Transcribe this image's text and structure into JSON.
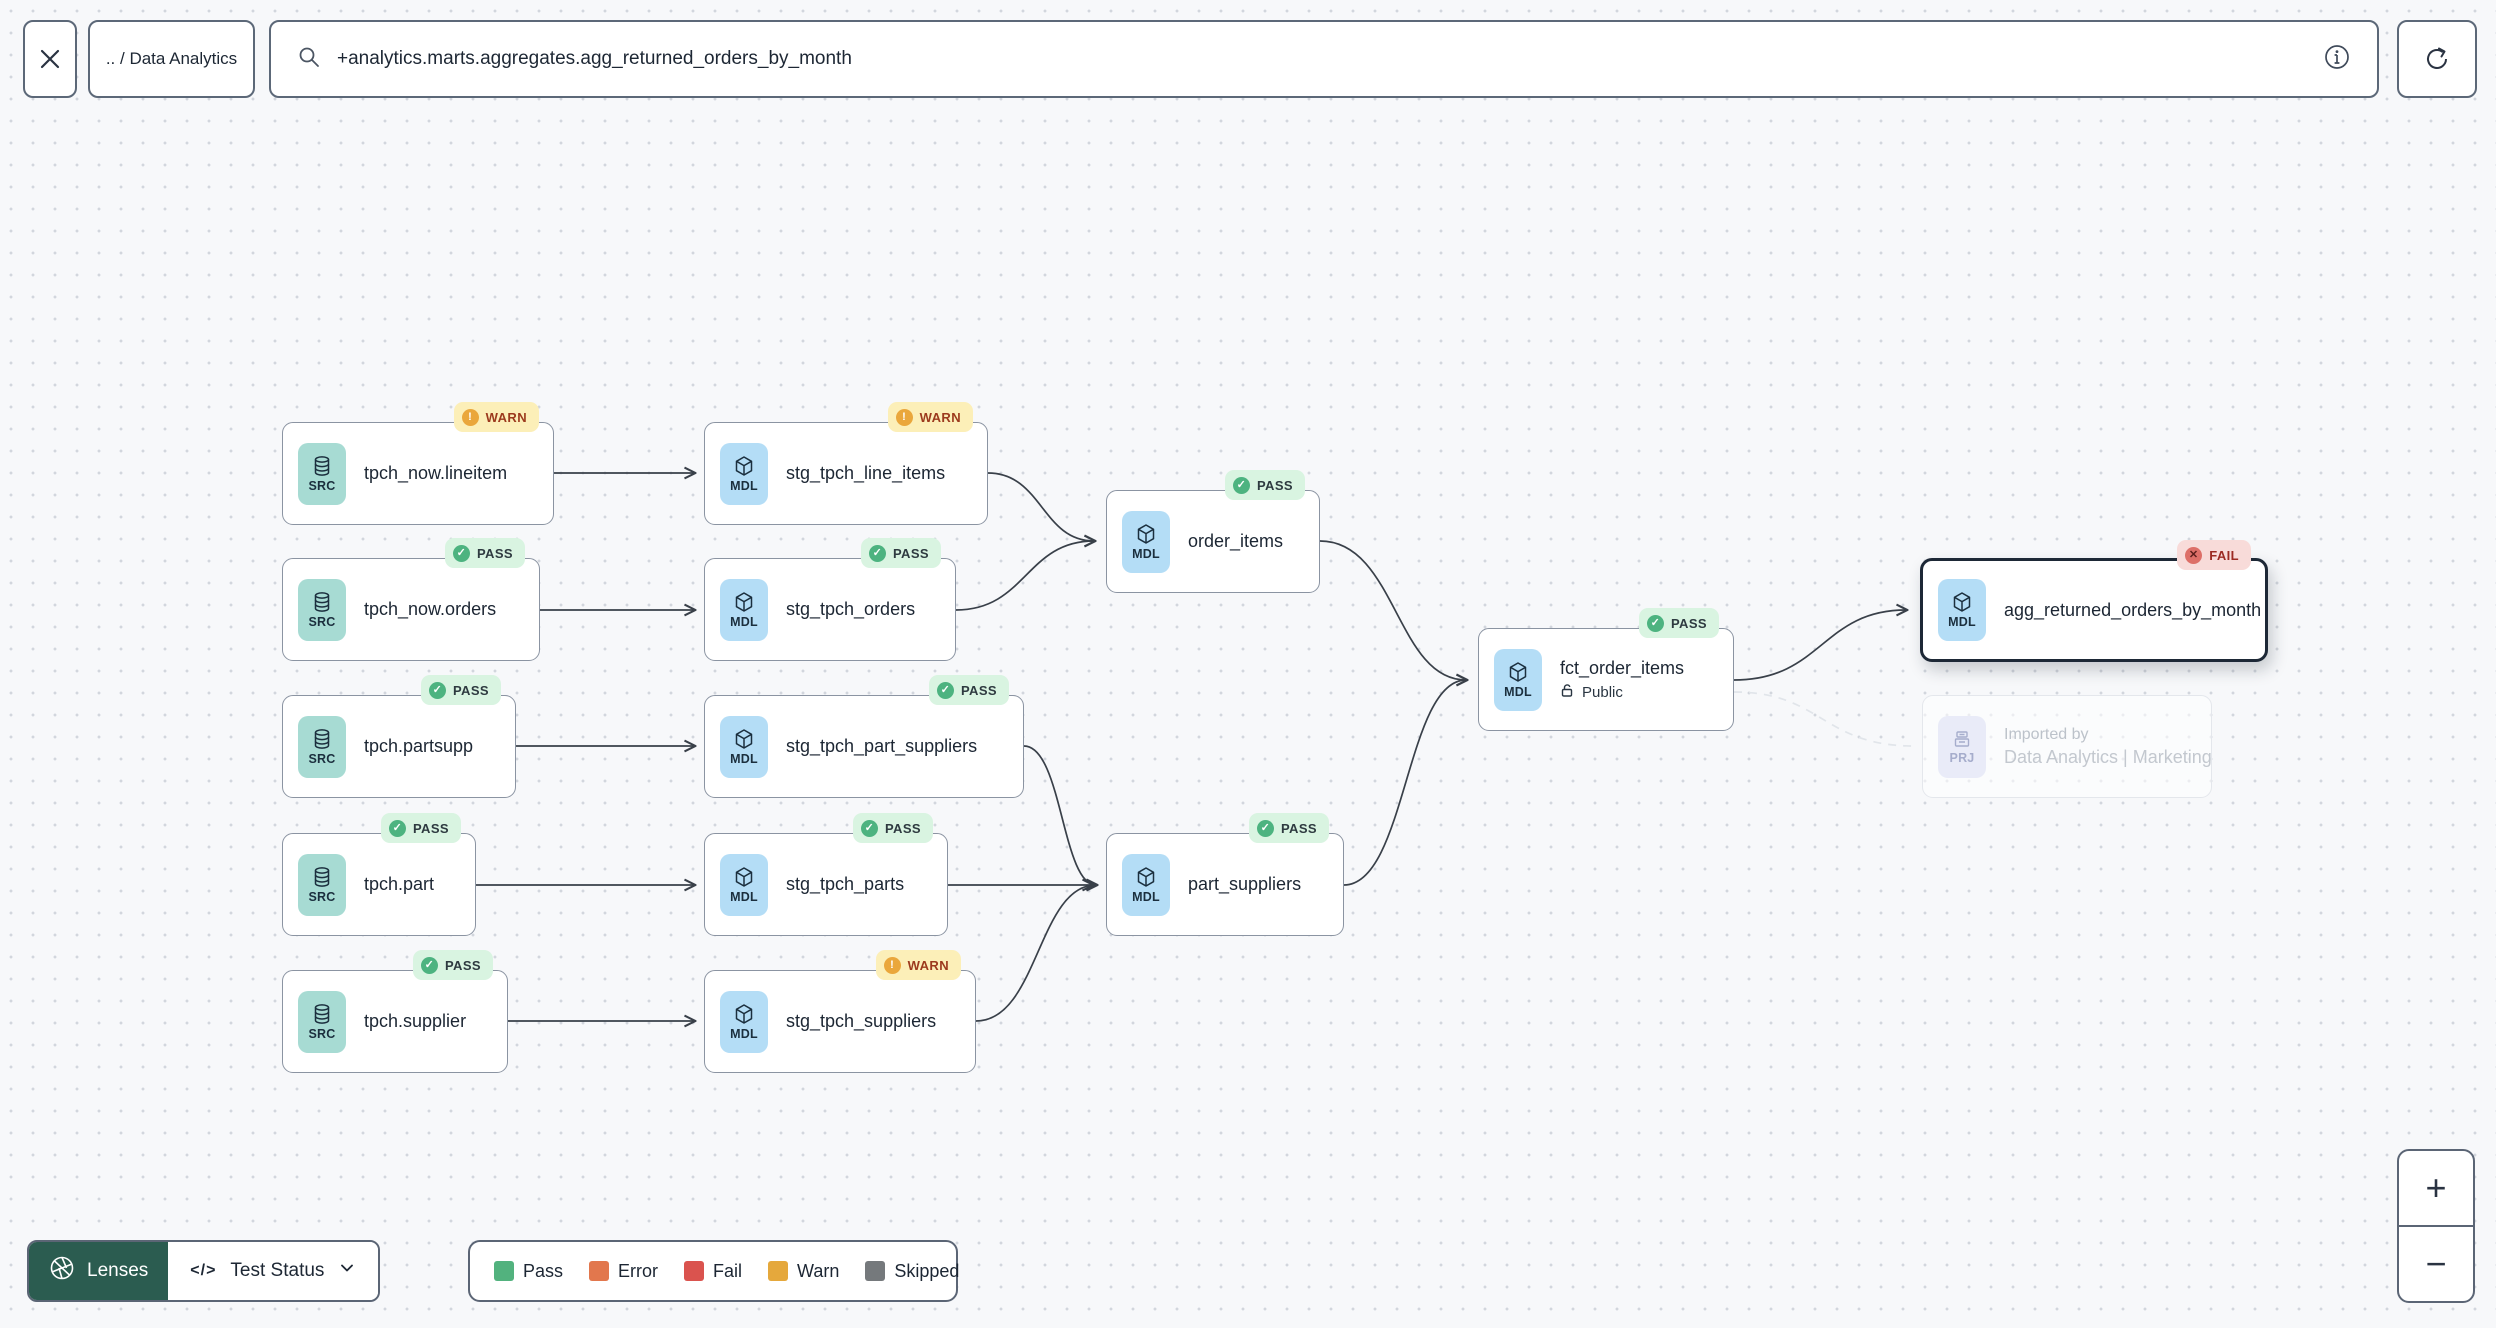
{
  "topbar": {
    "breadcrumb": ".. / Data Analytics",
    "search_value": "+analytics.marts.aggregates.agg_returned_orders_by_month"
  },
  "graph": {
    "nodes": [
      {
        "label": "tpch_now.lineitem",
        "type": "SRC",
        "status": "WARN"
      },
      {
        "label": "stg_tpch_line_items",
        "type": "MDL",
        "status": "WARN"
      },
      {
        "label": "tpch_now.orders",
        "type": "SRC",
        "status": "PASS"
      },
      {
        "label": "stg_tpch_orders",
        "type": "MDL",
        "status": "PASS"
      },
      {
        "label": "tpch.partsupp",
        "type": "SRC",
        "status": "PASS"
      },
      {
        "label": "stg_tpch_part_suppliers",
        "type": "MDL",
        "status": "PASS"
      },
      {
        "label": "tpch.part",
        "type": "SRC",
        "status": "PASS"
      },
      {
        "label": "stg_tpch_parts",
        "type": "MDL",
        "status": "PASS"
      },
      {
        "label": "tpch.supplier",
        "type": "SRC",
        "status": "PASS"
      },
      {
        "label": "stg_tpch_suppliers",
        "type": "MDL",
        "status": "WARN"
      },
      {
        "label": "order_items",
        "type": "MDL",
        "status": "PASS"
      },
      {
        "label": "part_suppliers",
        "type": "MDL",
        "status": "PASS"
      },
      {
        "label": "fct_order_items",
        "type": "MDL",
        "status": "PASS",
        "access": "Public"
      },
      {
        "label": "agg_returned_orders_by_month",
        "type": "MDL",
        "status": "FAIL",
        "selected": true
      },
      {
        "label": "Imported by",
        "sublabel": "Data Analytics | Marketing",
        "type": "PRJ",
        "faded": true
      }
    ],
    "edges": [
      {
        "from": "tpch_now.lineitem",
        "to": "stg_tpch_line_items"
      },
      {
        "from": "tpch_now.orders",
        "to": "stg_tpch_orders"
      },
      {
        "from": "tpch.partsupp",
        "to": "stg_tpch_part_suppliers"
      },
      {
        "from": "tpch.part",
        "to": "stg_tpch_parts"
      },
      {
        "from": "tpch.supplier",
        "to": "stg_tpch_suppliers"
      },
      {
        "from": "stg_tpch_line_items",
        "to": "order_items"
      },
      {
        "from": "stg_tpch_orders",
        "to": "order_items"
      },
      {
        "from": "stg_tpch_part_suppliers",
        "to": "part_suppliers"
      },
      {
        "from": "stg_tpch_parts",
        "to": "part_suppliers"
      },
      {
        "from": "stg_tpch_suppliers",
        "to": "part_suppliers"
      },
      {
        "from": "order_items",
        "to": "fct_order_items"
      },
      {
        "from": "part_suppliers",
        "to": "fct_order_items"
      },
      {
        "from": "fct_order_items",
        "to": "agg_returned_orders_by_month"
      },
      {
        "from": "fct_order_items",
        "to": "Imported by: Data Analytics | Marketing",
        "style": "dashed"
      }
    ]
  },
  "lenses": {
    "button_label": "Lenses",
    "selected_lens": "Test Status"
  },
  "legend": {
    "items": [
      {
        "label": "Pass",
        "color": "#52b27e"
      },
      {
        "label": "Error",
        "color": "#e2774d"
      },
      {
        "label": "Fail",
        "color": "#da534e"
      },
      {
        "label": "Warn",
        "color": "#e5a83c"
      },
      {
        "label": "Skipped",
        "color": "#75797c"
      }
    ]
  },
  "zoom_controls": {
    "zoom_in": "+",
    "zoom_out": "−"
  },
  "status_colors": {
    "pass": "#4db380",
    "warn": "#eaa73c",
    "fail": "#dd6f68"
  },
  "accent_colors": {
    "lenses_green": "#2b5c50",
    "src_chip": "#a7dbd3",
    "mdl_chip": "#b4ddf6"
  }
}
